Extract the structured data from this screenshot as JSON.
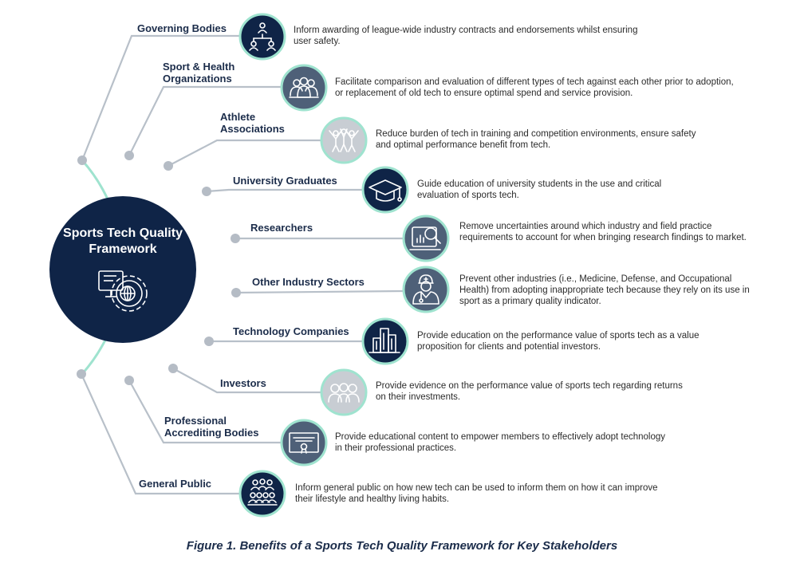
{
  "hub": {
    "title": "Sports Tech Quality Framework"
  },
  "stakeholders": [
    {
      "label": "Governing Bodies",
      "icon": "hierarchy-icon",
      "style": "dark",
      "description": "Inform awarding of league-wide industry contracts and endorsements whilst ensuring user safety."
    },
    {
      "label": "Sport & Health Organizations",
      "icon": "group-icon",
      "style": "medium",
      "description": "Facilitate comparison and evaluation of different types of tech against each other prior to adoption, or replacement of old tech to ensure optimal spend and service provision."
    },
    {
      "label": "Athlete Associations",
      "icon": "athletes-icon",
      "style": "light",
      "description": "Reduce burden of tech in training and competition environments, ensure safety and optimal performance benefit from tech."
    },
    {
      "label": "University Graduates",
      "icon": "graduation-cap-icon",
      "style": "dark",
      "description": "Guide education of university students in the use and critical evaluation of sports tech."
    },
    {
      "label": "Researchers",
      "icon": "research-analysis-icon",
      "style": "medium",
      "description": "Remove uncertainties around which industry and field practice requirements to account for when bringing research findings to market."
    },
    {
      "label": "Other Industry Sectors",
      "icon": "doctor-icon",
      "style": "medium",
      "description": "Prevent other industries (i.e., Medicine, Defense, and Occupational Health) from adopting inappropriate tech because they rely on its use in sport as a primary quality indicator."
    },
    {
      "label": "Technology Companies",
      "icon": "buildings-icon",
      "style": "dark",
      "description": "Provide education on the performance value of sports tech as a value proposition for clients and potential investors."
    },
    {
      "label": "Investors",
      "icon": "investors-icon",
      "style": "light",
      "description": "Provide evidence on the performance value of sports tech regarding returns on their investments."
    },
    {
      "label": "Professional Accrediting Bodies",
      "icon": "certificate-icon",
      "style": "medium",
      "description": "Provide educational content to empower members to effectively adopt technology in their professional practices."
    },
    {
      "label": "General Public",
      "icon": "audience-icon",
      "style": "dark",
      "description": "Inform general public on how new tech can be used to inform them on how it can improve their lifestyle and healthy living habits."
    }
  ],
  "caption": "Figure 1. Benefits of a Sports Tech Quality Framework for Key Stakeholders",
  "colors": {
    "navy": "#0f2447",
    "slate": "#4e6078",
    "light": "#c8cdd3",
    "ring": "#9fe3cf",
    "connector": "#b8c0c9",
    "node": "#b5bcc5"
  }
}
